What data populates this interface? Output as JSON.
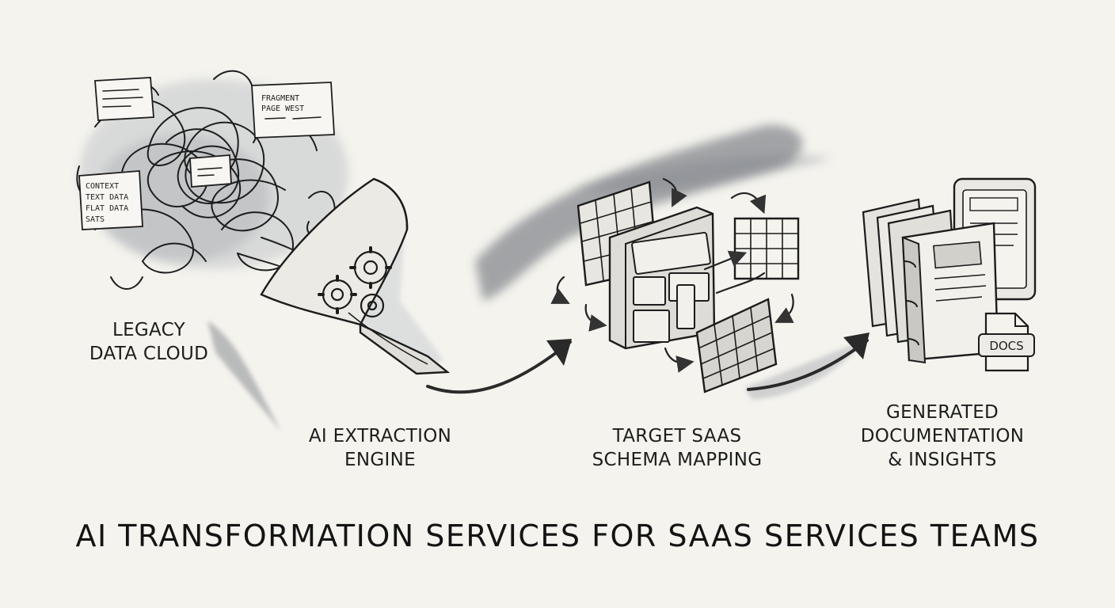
{
  "stages": [
    {
      "id": "legacy",
      "lines": [
        "LEGACY",
        "DATA CLOUD"
      ]
    },
    {
      "id": "engine",
      "lines": [
        "AI EXTRACTION",
        "ENGINE"
      ]
    },
    {
      "id": "schema",
      "lines": [
        "TARGET SAAS",
        "SCHEMA MAPPING"
      ]
    },
    {
      "id": "docs",
      "lines": [
        "GENERATED",
        "DOCUMENTATION",
        "& INSIGHTS"
      ]
    }
  ],
  "cloud_notes": [
    "FRAGMENT",
    "PAGE WEST",
    "CONTEXT",
    "TEXT DATA",
    "FLAT DATA",
    "SATS"
  ],
  "docs_badge": "DOCS",
  "title": "AI TRANSFORMATION SERVICES FOR SAAS SERVICES TEAMS",
  "colors": {
    "background": "#f4f3ee",
    "ink": "#1f1f1f",
    "wash": "#6f747c"
  }
}
